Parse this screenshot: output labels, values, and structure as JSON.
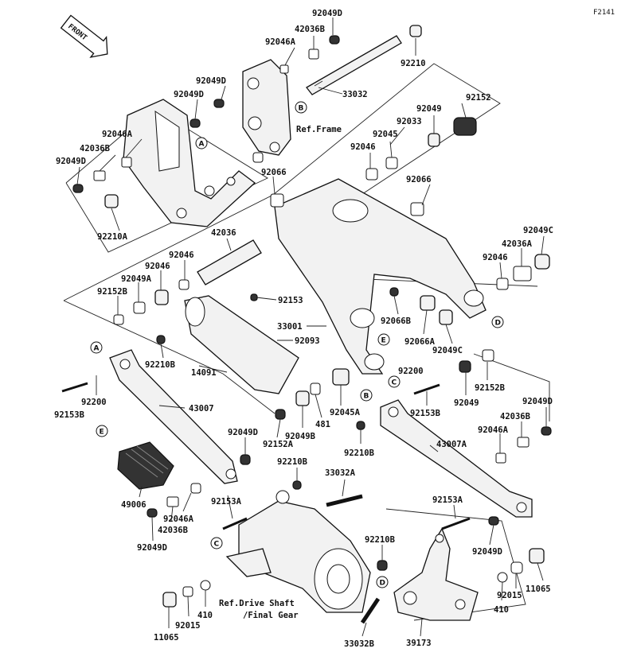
{
  "figure_code": "F2141",
  "front_badge": "FRONT",
  "callouts": [
    "A",
    "B",
    "C",
    "D",
    "E"
  ],
  "references": {
    "frame": "Ref.Frame",
    "drive_shaft_line1": "Ref.Drive Shaft",
    "drive_shaft_line2": "/Final Gear"
  },
  "part_labels": [
    "92049D",
    "42036B",
    "92046A",
    "92210",
    "33032",
    "92049D",
    "92049D",
    "92152",
    "92049",
    "92033",
    "92045",
    "92046",
    "92046A",
    "42036B",
    "92049D",
    "92066",
    "92066",
    "92210A",
    "42036",
    "92046",
    "92046",
    "92049A",
    "92152B",
    "92049C",
    "42036A",
    "92046",
    "92153",
    "33001",
    "92093",
    "92066B",
    "92066A",
    "92049C",
    "92210B",
    "14091",
    "92200",
    "92152B",
    "92153B",
    "92200",
    "43007",
    "92049B",
    "481",
    "92045A",
    "92152A",
    "92153B",
    "92049",
    "92049D",
    "42036B",
    "92049D",
    "92046A",
    "92210B",
    "43007A",
    "92210B",
    "33032A",
    "49006",
    "92046A",
    "92153A",
    "42036B",
    "92153A",
    "92049D",
    "92049D",
    "92210B",
    "92015",
    "11065",
    "410",
    "92015",
    "410",
    "11065",
    "33032B",
    "39173"
  ]
}
